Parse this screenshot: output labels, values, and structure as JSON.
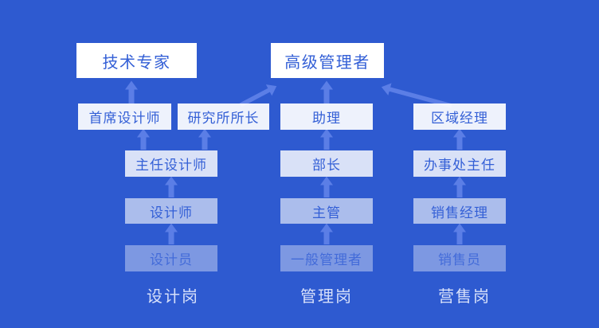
{
  "palette": {
    "background": "#2e5ad0",
    "box_white": "#ffffff",
    "box_text": "#335fd6",
    "arrow": "#5b7ee6",
    "label_text": "#d7e0fa"
  },
  "nodes": {
    "tech_expert": "技术专家",
    "senior_manager": "高级管理者",
    "chief_designer": "首席设计师",
    "institute_director": "研究所所长",
    "assistant": "助理",
    "regional_manager": "区域经理",
    "director_designer": "主任设计师",
    "minister": "部长",
    "office_director": "办事处主任",
    "designer": "设计师",
    "supervisor": "主管",
    "sales_manager": "销售经理",
    "design_staff": "设计员",
    "general_manager": "一般管理者",
    "salesperson": "销售员"
  },
  "column_labels": {
    "design": "设计岗",
    "management": "管理岗",
    "sales": "营售岗"
  }
}
